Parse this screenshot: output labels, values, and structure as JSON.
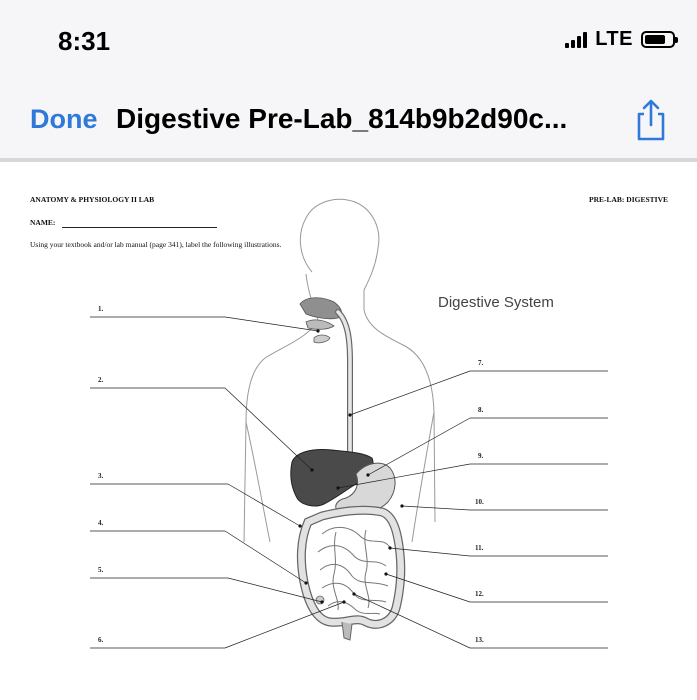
{
  "status_bar": {
    "time": "8:31",
    "network": "LTE"
  },
  "nav": {
    "done_label": "Done",
    "title": "Digestive Pre-Lab_814b9b2d90c..."
  },
  "document": {
    "header_left": "ANATOMY & PHYSIOLOGY II LAB",
    "header_right": "PRE-LAB: DIGESTIVE",
    "name_label": "NAME:",
    "instructions": "Using your textbook and/or lab manual (page 341), label the following illustrations.",
    "figure_title": "Digestive System",
    "labels_left": [
      "1.",
      "2.",
      "3.",
      "4.",
      "5.",
      "6."
    ],
    "labels_right": [
      "7.",
      "8.",
      "9.",
      "10.",
      "11.",
      "12.",
      "13."
    ]
  }
}
